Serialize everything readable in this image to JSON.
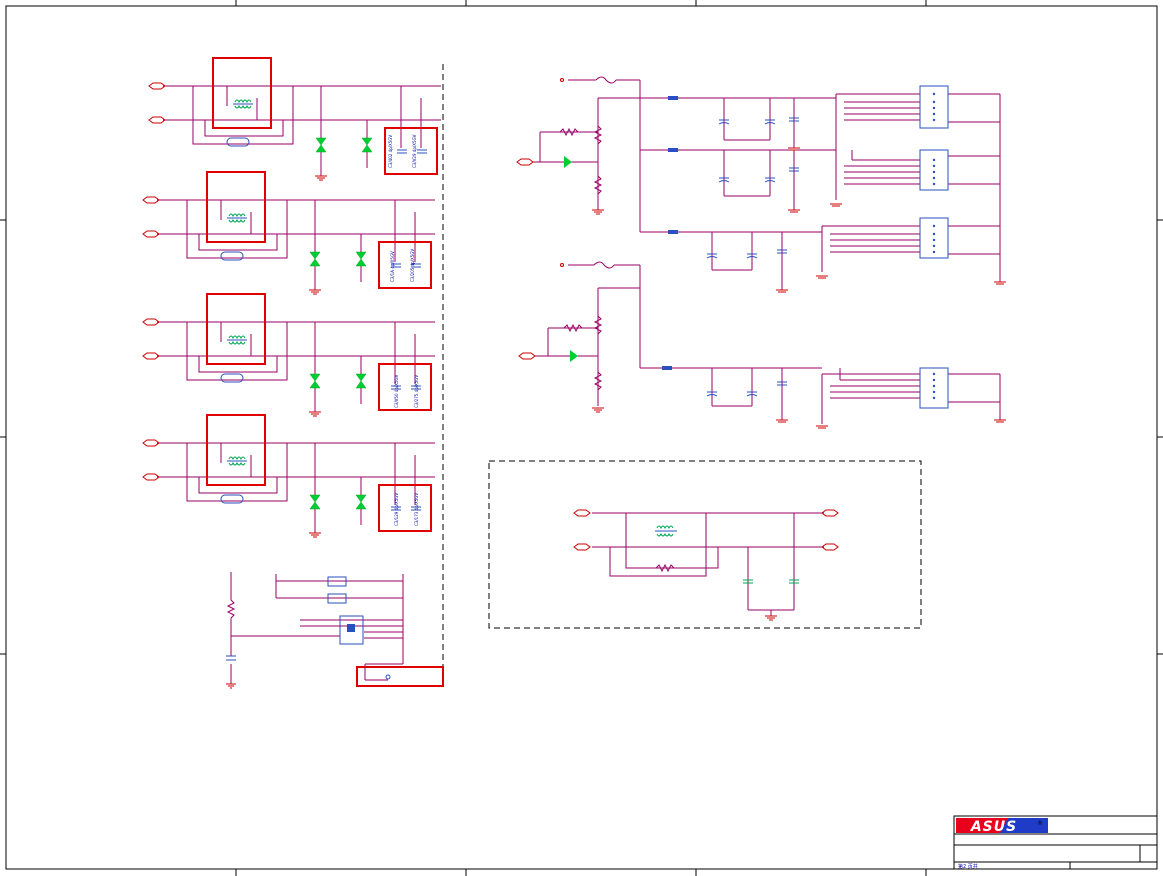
{
  "colors": {
    "wire": "#990066",
    "highlight": "#e00000",
    "tvs": "#00cc33",
    "connector": "#2a4fbf",
    "gnd": "#cc0000",
    "frame": "#000000",
    "logo_red": "#e8001c",
    "logo_blue": "#1f3cc8",
    "cap_green": "#00a050"
  },
  "title_block": {
    "logo_text": "ASUS",
    "registered_mark": "®",
    "sheet_text": "第2   页共"
  },
  "capacitor_labels": {
    "block1": [
      "C3/402  4p/X5GV",
      "C3/V29  4p/X5GV"
    ],
    "block2": [
      "C3/1A  4p/X5GV",
      "C3/205  4p/X5GV"
    ],
    "block3": [
      "C3/V50  4p/X5GV",
      "C3/275  4p/X5GV"
    ],
    "block4": [
      "C3/129  4p/X5GV",
      "C3/173  4p/X5GV"
    ]
  }
}
